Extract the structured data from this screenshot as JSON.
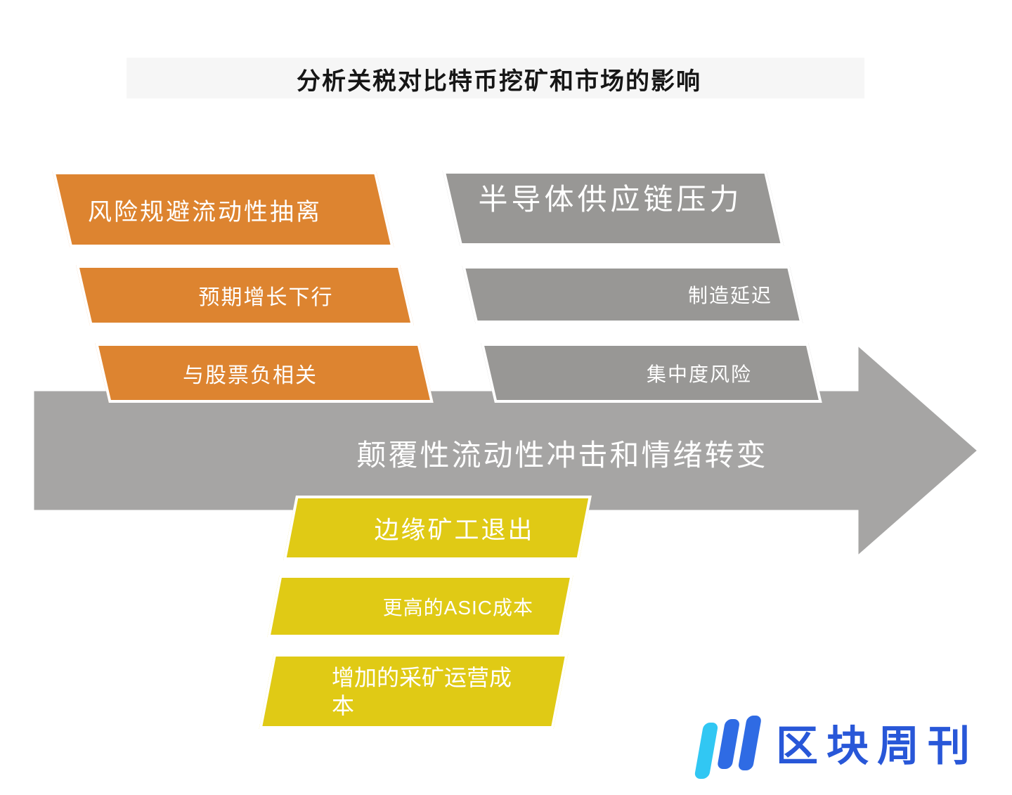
{
  "title": "分析关税对比特币挖矿和市场的影响",
  "arrow": {
    "label": "颠覆性流动性冲击和情绪转变",
    "color": "#a6a5a4"
  },
  "orange_group": {
    "color": "#dd8430",
    "items": [
      {
        "label": "风险规避流动性抽离"
      },
      {
        "label": "预期增长下行"
      },
      {
        "label": "与股票负相关"
      }
    ]
  },
  "gray_group": {
    "color": "#989795",
    "items": [
      {
        "label": "半导体供应链压力"
      },
      {
        "label": "制造延迟"
      },
      {
        "label": "集中度风险"
      }
    ]
  },
  "yellow_group": {
    "color": "#e0ca15",
    "items": [
      {
        "label": "边缘矿工退出"
      },
      {
        "label": "更高的ASIC成本"
      },
      {
        "label": "增加的采矿运营成本"
      }
    ]
  },
  "logo": {
    "icon": "bar-chart-logo-icon",
    "text": "区块周刊",
    "text_color": "#2857d8",
    "bar_blue": "#2f6be4",
    "bar_cyan": "#31c7f3"
  }
}
